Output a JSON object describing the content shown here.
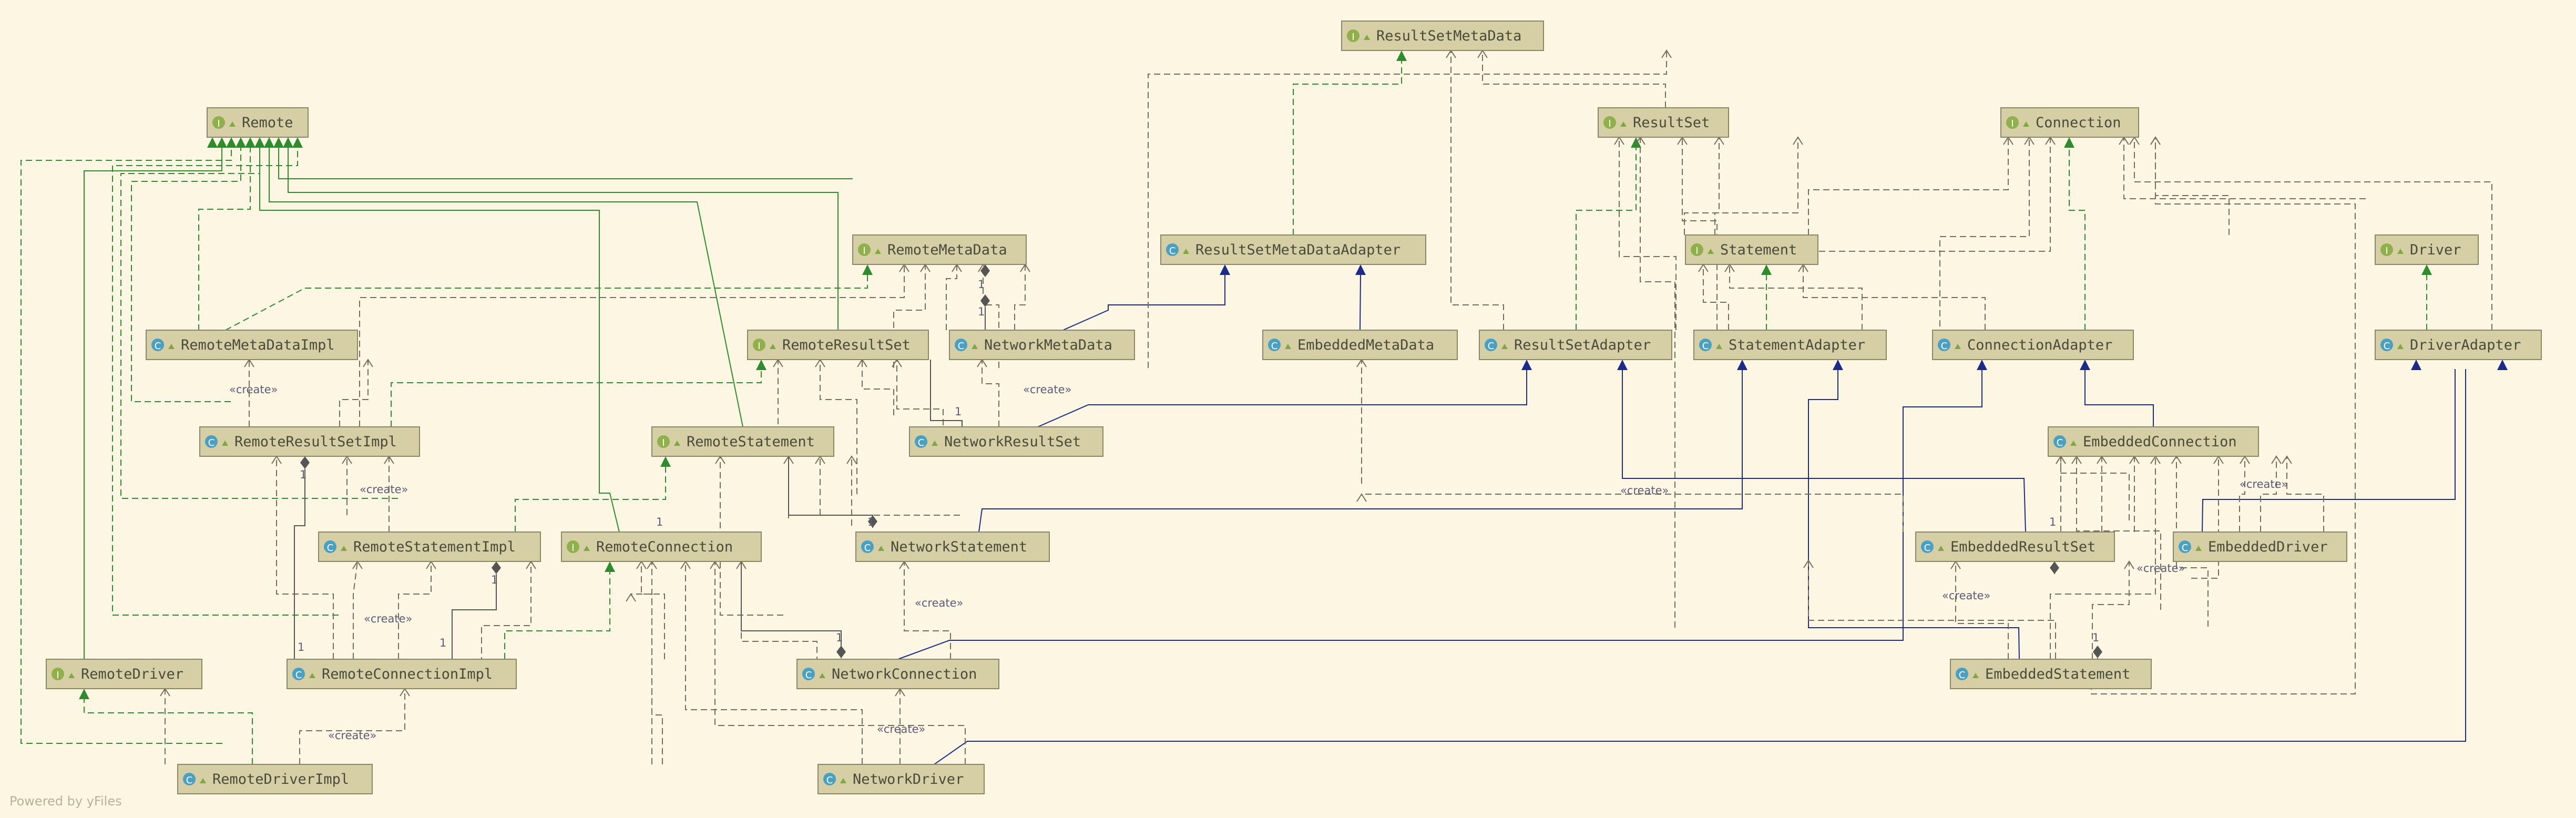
{
  "title": "",
  "watermark": "Powered by yFiles",
  "nodes": [
    {
      "id": "ResultSetMetaData",
      "label": "ResultSetMetaData",
      "kind": "interface"
    },
    {
      "id": "Remote",
      "label": "Remote",
      "kind": "interface"
    },
    {
      "id": "ResultSet",
      "label": "ResultSet",
      "kind": "interface"
    },
    {
      "id": "Connection",
      "label": "Connection",
      "kind": "interface"
    },
    {
      "id": "RemoteMetaData",
      "label": "RemoteMetaData",
      "kind": "interface"
    },
    {
      "id": "ResultSetMetaDataAdapter",
      "label": "ResultSetMetaDataAdapter",
      "kind": "class"
    },
    {
      "id": "Statement",
      "label": "Statement",
      "kind": "interface"
    },
    {
      "id": "Driver",
      "label": "Driver",
      "kind": "interface-driver"
    },
    {
      "id": "RemoteMetaDataImpl",
      "label": "RemoteMetaDataImpl",
      "kind": "class"
    },
    {
      "id": "RemoteResultSet",
      "label": "RemoteResultSet",
      "kind": "interface"
    },
    {
      "id": "NetworkMetaData",
      "label": "NetworkMetaData",
      "kind": "class"
    },
    {
      "id": "EmbeddedMetaData",
      "label": "EmbeddedMetaData",
      "kind": "class"
    },
    {
      "id": "ResultSetAdapter",
      "label": "ResultSetAdapter",
      "kind": "class"
    },
    {
      "id": "StatementAdapter",
      "label": "StatementAdapter",
      "kind": "class"
    },
    {
      "id": "ConnectionAdapter",
      "label": "ConnectionAdapter",
      "kind": "class"
    },
    {
      "id": "DriverAdapter",
      "label": "DriverAdapter",
      "kind": "class"
    },
    {
      "id": "RemoteResultSetImpl",
      "label": "RemoteResultSetImpl",
      "kind": "class"
    },
    {
      "id": "RemoteStatement",
      "label": "RemoteStatement",
      "kind": "interface"
    },
    {
      "id": "NetworkResultSet",
      "label": "NetworkResultSet",
      "kind": "class"
    },
    {
      "id": "EmbeddedConnection",
      "label": "EmbeddedConnection",
      "kind": "class"
    },
    {
      "id": "RemoteStatementImpl",
      "label": "RemoteStatementImpl",
      "kind": "class"
    },
    {
      "id": "RemoteConnection",
      "label": "RemoteConnection",
      "kind": "interface"
    },
    {
      "id": "NetworkStatement",
      "label": "NetworkStatement",
      "kind": "class"
    },
    {
      "id": "EmbeddedResultSet",
      "label": "EmbeddedResultSet",
      "kind": "class"
    },
    {
      "id": "EmbeddedDriver",
      "label": "EmbeddedDriver",
      "kind": "class"
    },
    {
      "id": "RemoteDriver",
      "label": "RemoteDriver",
      "kind": "interface"
    },
    {
      "id": "RemoteConnectionImpl",
      "label": "RemoteConnectionImpl",
      "kind": "class"
    },
    {
      "id": "NetworkConnection",
      "label": "NetworkConnection",
      "kind": "class"
    },
    {
      "id": "EmbeddedStatement",
      "label": "EmbeddedStatement",
      "kind": "class"
    },
    {
      "id": "RemoteDriverImpl",
      "label": "RemoteDriverImpl",
      "kind": "class"
    },
    {
      "id": "NetworkDriver",
      "label": "NetworkDriver",
      "kind": "class"
    }
  ],
  "labels": {
    "create": "«create»",
    "one": "1"
  },
  "badges": {
    "interface": "I",
    "class": "C"
  },
  "colors": {
    "background": "#fdf6e3",
    "node": "#d6cfa5",
    "interface_badge": "#8fb04a",
    "class_badge": "#4aa0c0",
    "realization": "#2e8b2e",
    "extends": "#1c2a8a",
    "dependency": "#7a6a5a"
  }
}
